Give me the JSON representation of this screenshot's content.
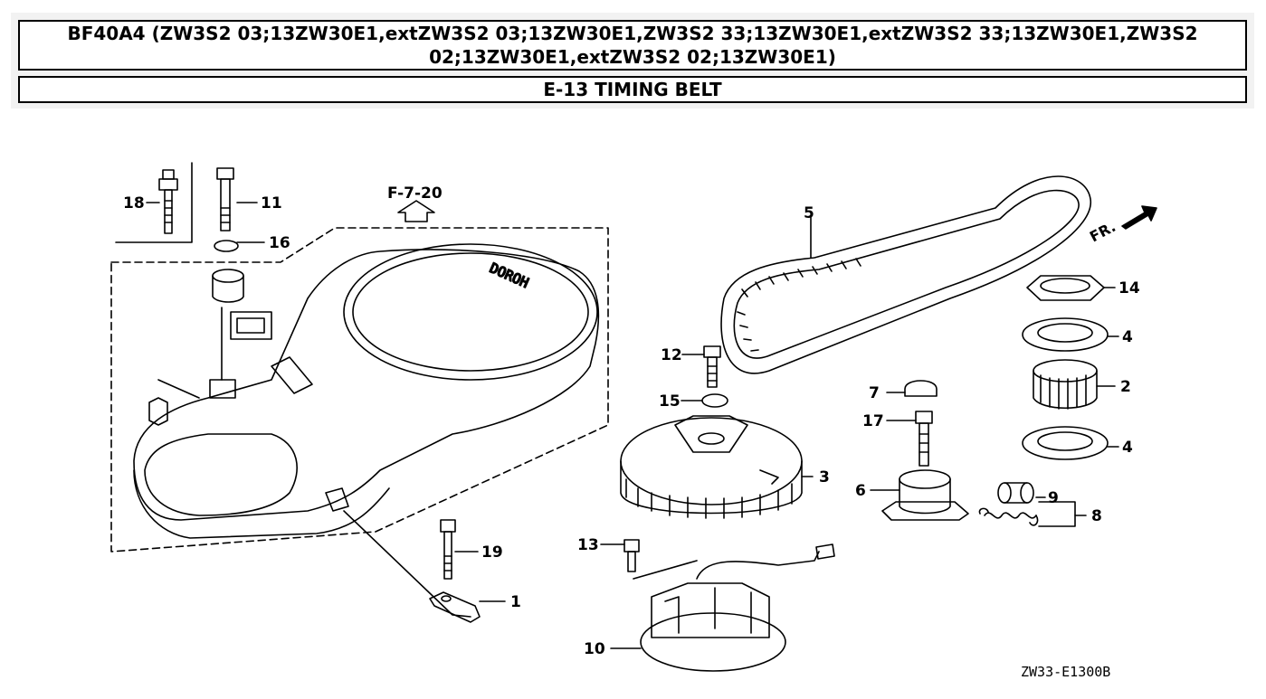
{
  "header": {
    "title": "BF40A4 (ZW3S2 03;13ZW30E1,extZW3S2 03;13ZW30E1,ZW3S2 33;13ZW30E1,extZW3S2 33;13ZW30E1,ZW3S2 02;13ZW30E1,extZW3S2 02;13ZW30E1)",
    "section": "E-13 TIMING BELT"
  },
  "diagram": {
    "reference": "F-7-20",
    "direction": "FR.",
    "code": "ZW33-E1300B",
    "callouts": [
      "18",
      "11",
      "16",
      "5",
      "14",
      "4",
      "2",
      "4",
      "12",
      "15",
      "7",
      "17",
      "3",
      "6",
      "9",
      "8",
      "13",
      "19",
      "1",
      "10"
    ]
  }
}
